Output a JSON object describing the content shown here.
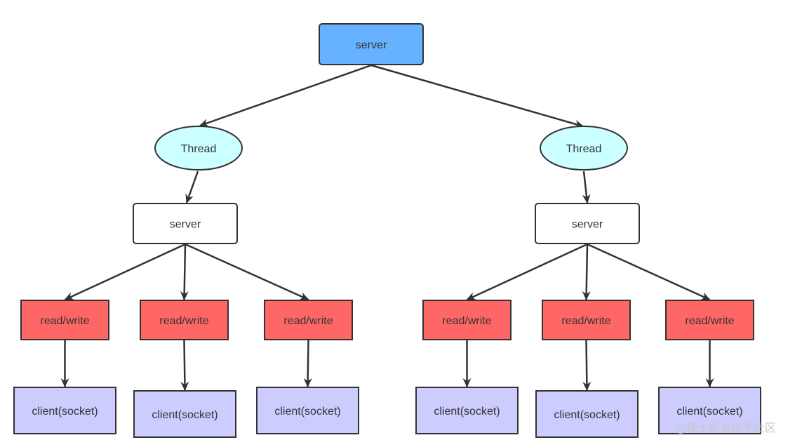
{
  "colors": {
    "stroke": "#333333",
    "server_root_fill": "#66b2ff",
    "thread_fill": "#ccffff",
    "server_fill": "#ffffff",
    "rw_fill": "#ff6666",
    "client_fill": "#ccccff"
  },
  "root": {
    "label": "server"
  },
  "branches": [
    {
      "thread": "Thread",
      "server": "server",
      "workers": [
        {
          "rw": "read/write",
          "client": "client(socket)"
        },
        {
          "rw": "read/write",
          "client": "client(socket)"
        },
        {
          "rw": "read/write",
          "client": "client(socket)"
        }
      ]
    },
    {
      "thread": "Thread",
      "server": "server",
      "workers": [
        {
          "rw": "read/write",
          "client": "client(socket)"
        },
        {
          "rw": "read/write",
          "client": "client(socket)"
        },
        {
          "rw": "read/write",
          "client": "client(socket)"
        }
      ]
    }
  ],
  "watermark": "@稀土掘金技术社区"
}
